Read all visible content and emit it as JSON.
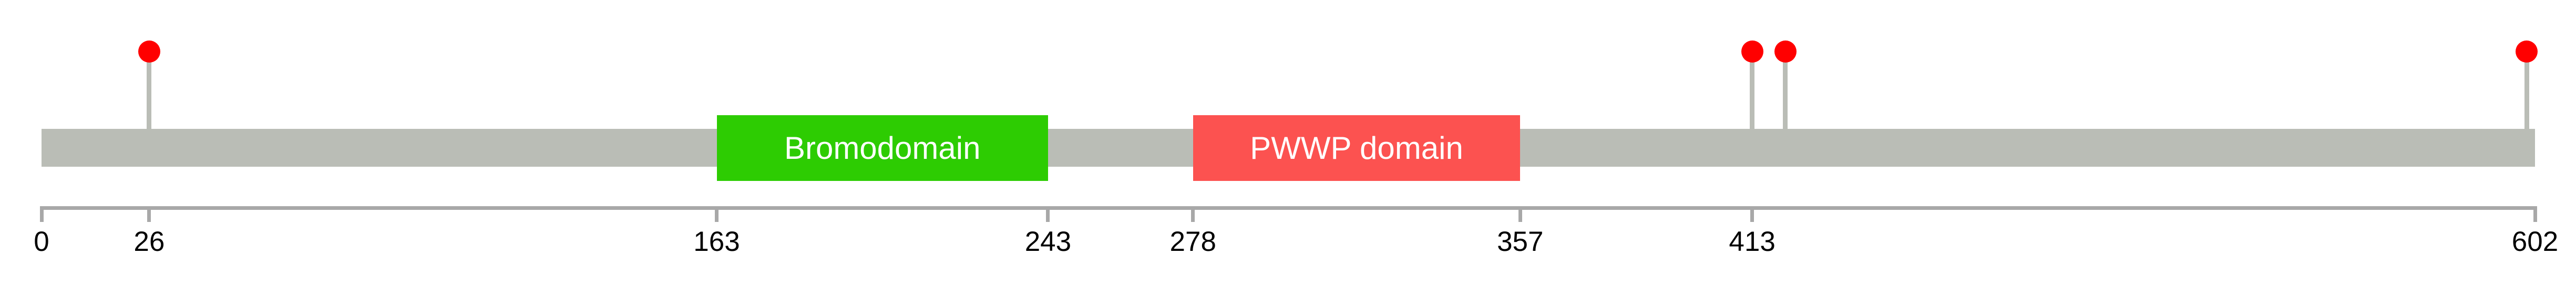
{
  "figure": {
    "background": "#FFFFFF"
  },
  "chart_data": {
    "type": "lollipop",
    "title": "",
    "xlabel": "",
    "ylabel": "",
    "xlim": [
      0,
      602
    ],
    "grid": false,
    "legend": false,
    "protein_length": 602,
    "axis_ticks": [
      0,
      26,
      163,
      243,
      278,
      357,
      413,
      602
    ],
    "backbone": {
      "start": 0,
      "end": 602,
      "color": "#BABDB6"
    },
    "domains": [
      {
        "label": "Bromodomain",
        "start": 163,
        "end": 243,
        "color": "#2DCC02",
        "label_color": "#FFFFFF"
      },
      {
        "label": "PWWP domain",
        "start": 278,
        "end": 357,
        "color": "#FC5250",
        "label_color": "#FFFFFF"
      }
    ],
    "mutations": [
      {
        "position": 26,
        "marker_color": "#FF0000"
      },
      {
        "position": 413,
        "marker_color": "#FF0000"
      },
      {
        "position": 421,
        "marker_color": "#FF0000"
      },
      {
        "position": 600,
        "marker_color": "#FF0000"
      }
    ],
    "stick_color": "#BABDB6",
    "axis_color": "#A8A8A8",
    "tick_label_color": "#000000"
  }
}
